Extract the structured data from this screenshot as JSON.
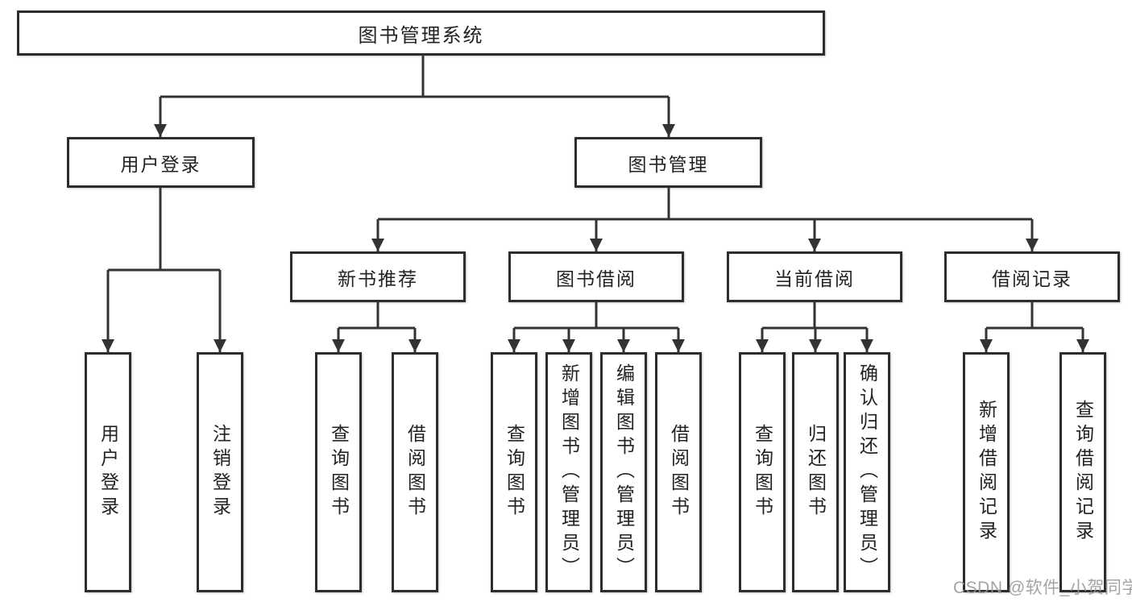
{
  "diagram": {
    "root": "图书管理系统",
    "branches": [
      {
        "label": "用户登录",
        "leaves": [
          "用户登录",
          "注销登录"
        ]
      },
      {
        "label": "图书管理",
        "groups": [
          {
            "label": "新书推荐",
            "leaves": [
              "查询图书",
              "借阅图书"
            ]
          },
          {
            "label": "图书借阅",
            "leaves": [
              "查询图书",
              "新增图书（管理员）",
              "编辑图书（管理员）",
              "借阅图书"
            ]
          },
          {
            "label": "当前借阅",
            "leaves": [
              "查询图书",
              "归还图书",
              "确认归还（管理员）"
            ]
          },
          {
            "label": "借阅记录",
            "leaves": [
              "新增借阅记录",
              "查询借阅记录"
            ]
          }
        ]
      }
    ]
  },
  "watermark": "CSDN @软件_小贺同学",
  "colors": {
    "line": "#333333",
    "box_border": "#2d2d2d",
    "box_fill": "#ffffff",
    "text": "#222222",
    "watermark": "#97979d"
  }
}
